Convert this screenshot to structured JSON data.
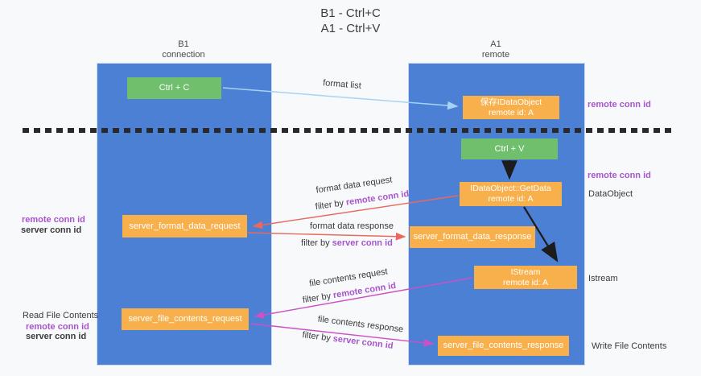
{
  "title": {
    "line1": "B1 - Ctrl+C",
    "line2": "A1 - Ctrl+V"
  },
  "lanes": {
    "b1": {
      "name": "B1",
      "subtitle": "connection"
    },
    "a1": {
      "name": "A1",
      "subtitle": "remote"
    }
  },
  "nodes": {
    "ctrl_c": {
      "label": "Ctrl + C"
    },
    "save_idataobject": {
      "line1": "保存IDataObject",
      "line2": "remote id: A"
    },
    "ctrl_v": {
      "label": "Ctrl + V"
    },
    "getdata": {
      "line1": "IDataObject::GetData",
      "line2": "remote id: A"
    },
    "server_format_data_request": {
      "label": "server_format_data_request"
    },
    "server_format_data_response": {
      "label": "server_format_data_response"
    },
    "istream": {
      "line1": "IStream",
      "line2": "remote id: A"
    },
    "server_file_contents_request": {
      "label": "server_file_contents_request"
    },
    "server_file_contents_response": {
      "label": "server_file_contents_response"
    }
  },
  "arrows": {
    "format_list": {
      "label": "format list"
    },
    "format_data_request": {
      "label": "format data request",
      "filter_prefix": "filter by ",
      "filter_value": "remote conn id"
    },
    "format_data_response": {
      "label": "format data response",
      "filter_prefix": "filter by ",
      "filter_value": "server conn id"
    },
    "file_contents_request": {
      "label": "file contents request",
      "filter_prefix": "filter by ",
      "filter_value": "remote conn id"
    },
    "file_contents_response": {
      "label": "file contents response",
      "filter_prefix": "filter by ",
      "filter_value": "server conn id"
    }
  },
  "side_labels": {
    "remote_conn_id_top_right": "remote conn id",
    "remote_conn_id_mid_right": "remote conn id",
    "dataobject": "DataObject",
    "istream": "Istream",
    "write_file_contents": "Write File Contents",
    "read_file_contents": "Read File Contents",
    "left_group_1": {
      "remote": "remote conn id",
      "server": "server conn id"
    },
    "left_group_2": {
      "remote": "remote conn id",
      "server": "server conn id"
    }
  },
  "colors": {
    "lane_blue": "#4b80d5",
    "box_orange": "#f8b04c",
    "box_green": "#6fbf6d",
    "arrow_red": "#e8695e",
    "arrow_magenta": "#cb51c5",
    "arrow_light_blue": "#a5d3f3",
    "arrow_black": "#1c1c1c",
    "label_purple": "#a855cd",
    "label_green": "#6cc26e"
  }
}
